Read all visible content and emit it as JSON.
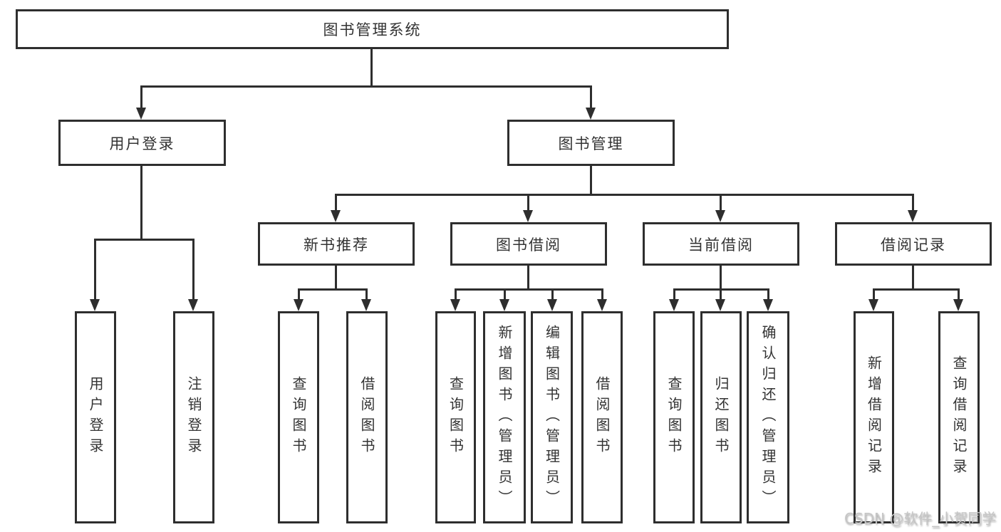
{
  "diagram": {
    "root": {
      "label": "图书管理系统"
    },
    "level2": [
      {
        "label": "用户登录"
      },
      {
        "label": "图书管理"
      }
    ],
    "level3": [
      {
        "label": "新书推荐"
      },
      {
        "label": "图书借阅"
      },
      {
        "label": "当前借阅"
      },
      {
        "label": "借阅记录"
      }
    ],
    "leaves": {
      "user_login": [
        {
          "label": "用户登录"
        },
        {
          "label": "注销登录"
        }
      ],
      "new_book": [
        {
          "label": "查询图书"
        },
        {
          "label": "借阅图书"
        }
      ],
      "borrow": [
        {
          "label": "查询图书"
        },
        {
          "label": "新增图书（管理员）"
        },
        {
          "label": "编辑图书（管理员）"
        },
        {
          "label": "借阅图书"
        }
      ],
      "current": [
        {
          "label": "查询图书"
        },
        {
          "label": "归还图书"
        },
        {
          "label": "确认归还（管理员）"
        }
      ],
      "records": [
        {
          "label": "新增借阅记录"
        },
        {
          "label": "查询借阅记录"
        }
      ]
    }
  },
  "watermark": {
    "text": "CSDN @软件_小贺同学"
  },
  "colors": {
    "line": "#2e2e2e",
    "text": "#333333",
    "watermark": "#c6c6c6",
    "background": "#ffffff"
  }
}
